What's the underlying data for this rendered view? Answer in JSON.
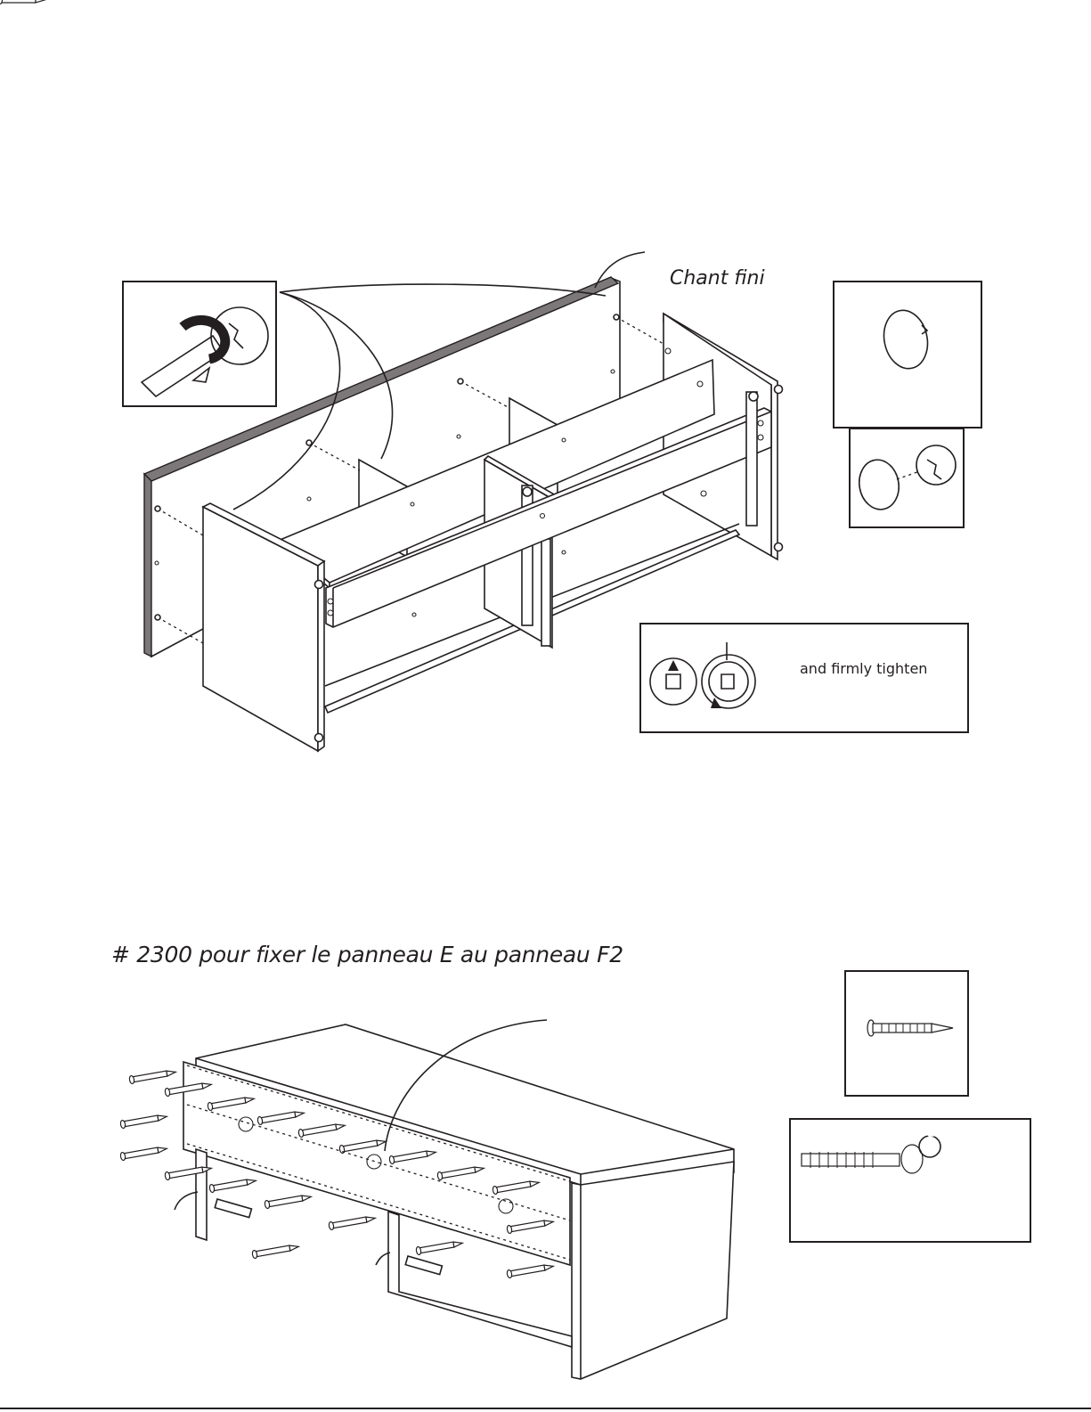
{
  "step1": {
    "label_finished_edge": "Chant fini",
    "tighten_note": "and firmly tighten"
  },
  "step2": {
    "caption": "# 2300 pour fixer le panneau E au panneau F2"
  }
}
